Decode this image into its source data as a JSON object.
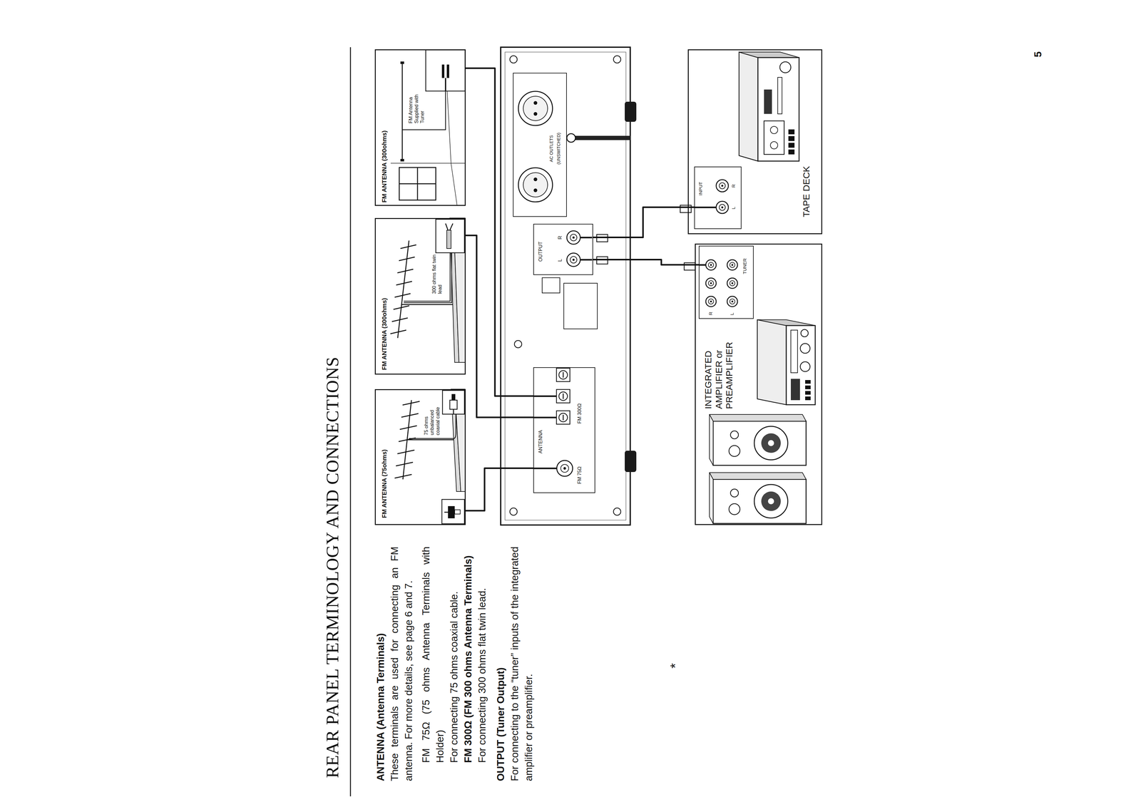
{
  "diagram": {
    "title": "REAR PANEL TERMINOLOGY AND CONNECTIONS",
    "nodes": [
      {
        "text": [
          "FM ANTENNA (75ohms)",
          "75 ohms unbalanced coaxial cable"
        ]
      },
      {
        "text": [
          "FM ANTENNA (300ohms)",
          "300 ohms flat twin lead"
        ]
      },
      {
        "text": [
          "FM ANTENNA (300ohms)",
          "FM Antenna Supplied with Tuner"
        ]
      },
      {
        "text": [
          "ANTENNA",
          "FM 75Ω",
          "FM 300Ω"
        ]
      },
      {
        "text": [
          "OUTPUT",
          "L",
          "R"
        ]
      },
      {
        "text": [
          "AC OUTLETS",
          "(UNSWITCHED)"
        ]
      },
      {
        "text": [
          "INTEGRATED AMPLIFIER or PREAMPLIFIER"
        ]
      },
      {
        "text": [
          "R",
          "L",
          "TUNER"
        ],
        "in": 6
      },
      {
        "text": [
          "TAPE DECK"
        ]
      },
      {
        "text": [
          "INPUT",
          "L",
          "R"
        ],
        "in": 8
      }
    ],
    "edges": [
      {
        "from": 0,
        "to": 3,
        "arrow": "none"
      },
      {
        "from": 1,
        "to": 3,
        "arrow": "none"
      },
      {
        "from": 2,
        "to": 3,
        "arrow": "none"
      },
      {
        "from": 4,
        "to": 7,
        "arrow": "none"
      },
      {
        "from": 4,
        "to": 9,
        "arrow": "none"
      }
    ],
    "labels": [
      "5",
      "ANTENNA (Antenna Terminals)",
      "These terminals are used for connecting an FM antenna. For more details, see page 6 and 7.",
      "FM 75Ω (75 ohms Antenna Terminals with Holder)",
      "For connecting 75 ohms coaxial cable.",
      "FM 300Ω (FM 300 ohms Antenna Terminals)",
      "For connecting 300 ohms flat twin lead.",
      "OUTPUT (Tuner Output)",
      "For connecting to the “tuner” inputs of the integrated amplifier or preamplifier.",
      "*"
    ]
  }
}
